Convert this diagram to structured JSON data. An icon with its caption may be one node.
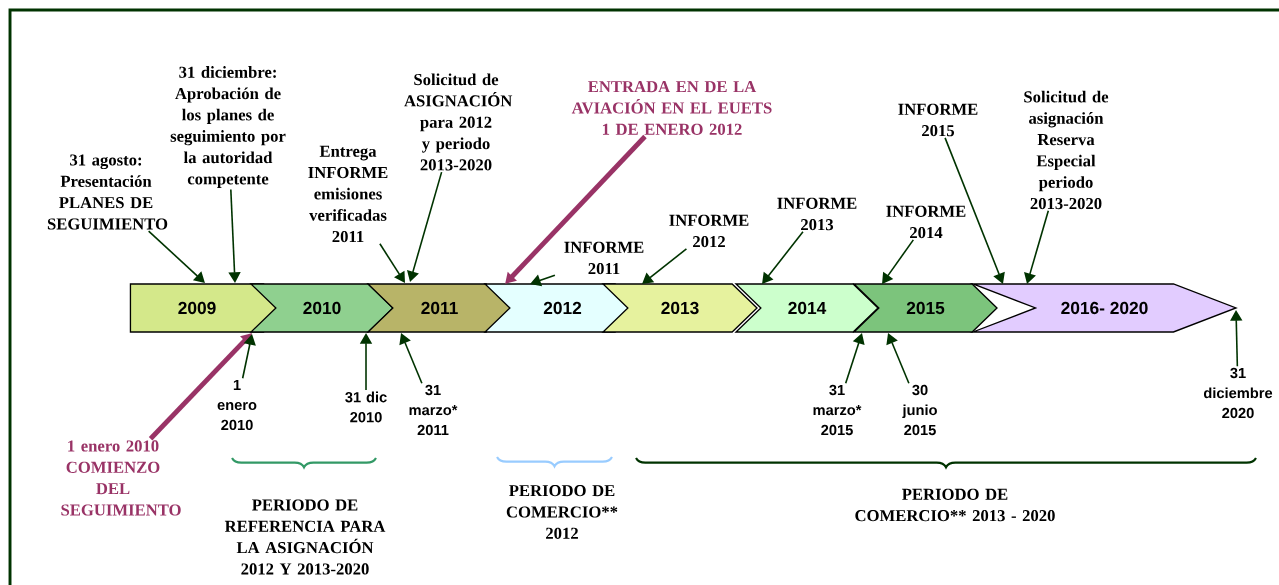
{
  "diagram": {
    "nodes": [
      {
        "text": [
          "31 agosto: Presentación PLANES DE SEGUIMIENTO"
        ]
      },
      {
        "text": [
          "31 diciembre: Aprobación de los planes de seguimiento por la autoridad competente"
        ]
      },
      {
        "text": [
          "Entrega INFORME emisiones verificadas 2011"
        ]
      },
      {
        "text": [
          "Solicitud de ASIGNACIÓN para 2012 y periodo 2013-2020"
        ]
      },
      {
        "text": [
          "ENTRADA EN DE LA AVIACIÓN EN EL EUETS 1 DE ENERO 2012"
        ]
      },
      {
        "text": [
          "INFORME 2011"
        ]
      },
      {
        "text": [
          "INFORME 2012"
        ]
      },
      {
        "text": [
          "INFORME 2013"
        ]
      },
      {
        "text": [
          "INFORME 2014"
        ]
      },
      {
        "text": [
          "INFORME 2015"
        ]
      },
      {
        "text": [
          "Solicitud de asignación Reserva Especial periodo 2013-2020"
        ]
      },
      {
        "text": [
          "2009"
        ]
      },
      {
        "text": [
          "2010"
        ]
      },
      {
        "text": [
          "2011"
        ]
      },
      {
        "text": [
          "2012"
        ]
      },
      {
        "text": [
          "2013"
        ]
      },
      {
        "text": [
          "2014"
        ]
      },
      {
        "text": [
          "2015"
        ]
      },
      {
        "text": [
          "2016- 2020"
        ]
      },
      {
        "text": [
          "1 enero 2010 COMIENZO DEL SEGUIMIENTO"
        ]
      },
      {
        "text": [
          "1 enero 2010"
        ]
      },
      {
        "text": [
          "31 dic 2010"
        ]
      },
      {
        "text": [
          "31 marzo* 2011"
        ]
      },
      {
        "text": [
          "31 marzo* 2015"
        ]
      },
      {
        "text": [
          "30 junio 2015"
        ]
      },
      {
        "text": [
          "31 diciembre 2020"
        ]
      }
    ],
    "edges": [
      {
        "from": 0,
        "to": 11,
        "arrow": "to"
      },
      {
        "from": 1,
        "to": 11,
        "arrow": "to"
      },
      {
        "from": 2,
        "to": 13,
        "arrow": "to"
      },
      {
        "from": 3,
        "to": 13,
        "arrow": "to"
      },
      {
        "from": 4,
        "to": 14,
        "arrow": "to",
        "style": "thick",
        "color": "#993366"
      },
      {
        "from": 5,
        "to": 14,
        "arrow": "to"
      },
      {
        "from": 6,
        "to": 15,
        "arrow": "to"
      },
      {
        "from": 7,
        "to": 16,
        "arrow": "to"
      },
      {
        "from": 8,
        "to": 17,
        "arrow": "to"
      },
      {
        "from": 9,
        "to": 18,
        "arrow": "to"
      },
      {
        "from": 10,
        "to": 18,
        "arrow": "to"
      },
      {
        "from": 19,
        "to": 12,
        "arrow": "to",
        "style": "thick",
        "color": "#993366"
      },
      {
        "from": 20,
        "to": 12,
        "arrow": "to"
      },
      {
        "from": 21,
        "to": 12,
        "arrow": "to"
      },
      {
        "from": 22,
        "to": 13,
        "arrow": "to"
      },
      {
        "from": 23,
        "to": 17,
        "arrow": "to"
      },
      {
        "from": 24,
        "to": 17,
        "arrow": "to"
      },
      {
        "from": 25,
        "to": 18,
        "arrow": "to"
      }
    ],
    "labels": [
      "PERIODO DE REFERENCIA PARA LA ASIGNACIÓN 2012 Y 2013-2020",
      "PERIODO DE COMERCIO** 2012",
      "PERIODO DE COMERCIO** 2013 - 2020"
    ]
  }
}
